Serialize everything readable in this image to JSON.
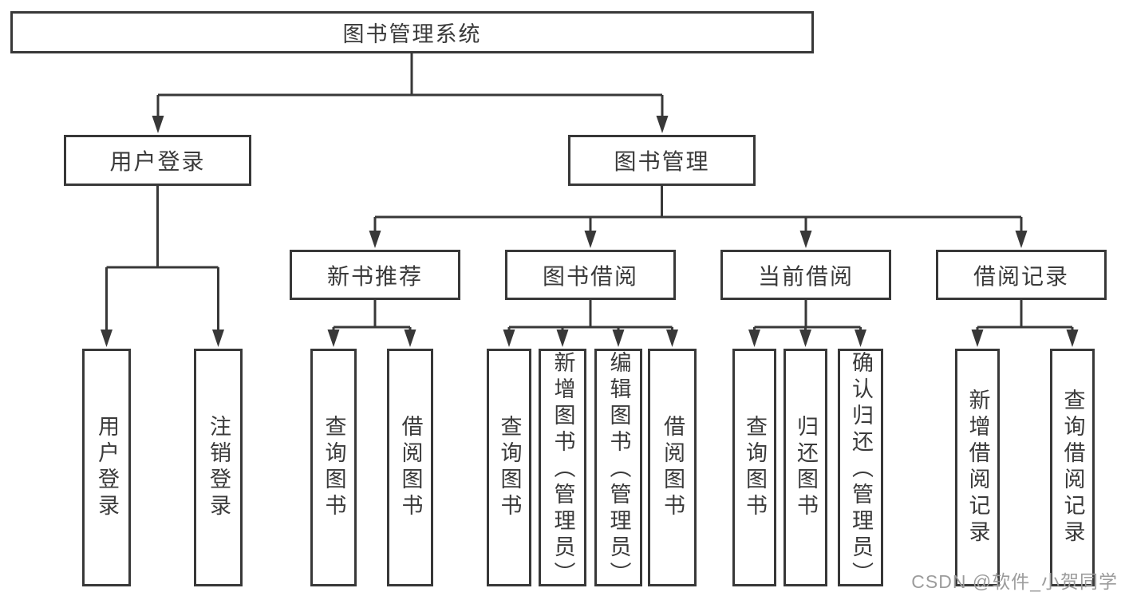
{
  "diagram": {
    "title": "图书管理系统",
    "root": {
      "label": "图书管理系统"
    },
    "level2": [
      {
        "label": "用户登录"
      },
      {
        "label": "图书管理"
      }
    ],
    "level3": [
      {
        "label": "新书推荐"
      },
      {
        "label": "图书借阅"
      },
      {
        "label": "当前借阅"
      },
      {
        "label": "借阅记录"
      }
    ],
    "leaves": {
      "user_login": [
        {
          "label": "用户登录"
        },
        {
          "label": "注销登录"
        }
      ],
      "new_books": [
        {
          "label": "查询图书"
        },
        {
          "label": "借阅图书"
        }
      ],
      "book_borrow": [
        {
          "label": "查询图书"
        },
        {
          "label": "新增图书（管理员）"
        },
        {
          "label": "编辑图书（管理员）"
        },
        {
          "label": "借阅图书"
        }
      ],
      "current_borrow": [
        {
          "label": "查询图书"
        },
        {
          "label": "归还图书"
        },
        {
          "label": "确认归还（管理员）"
        }
      ],
      "borrow_records": [
        {
          "label": "新增借阅记录"
        },
        {
          "label": "查询借阅记录"
        }
      ]
    }
  },
  "watermark": "CSDN @软件_小贺同学",
  "colors": {
    "line": "#383838",
    "text": "#3a3a3a",
    "watermark": "#9c9c9c"
  }
}
